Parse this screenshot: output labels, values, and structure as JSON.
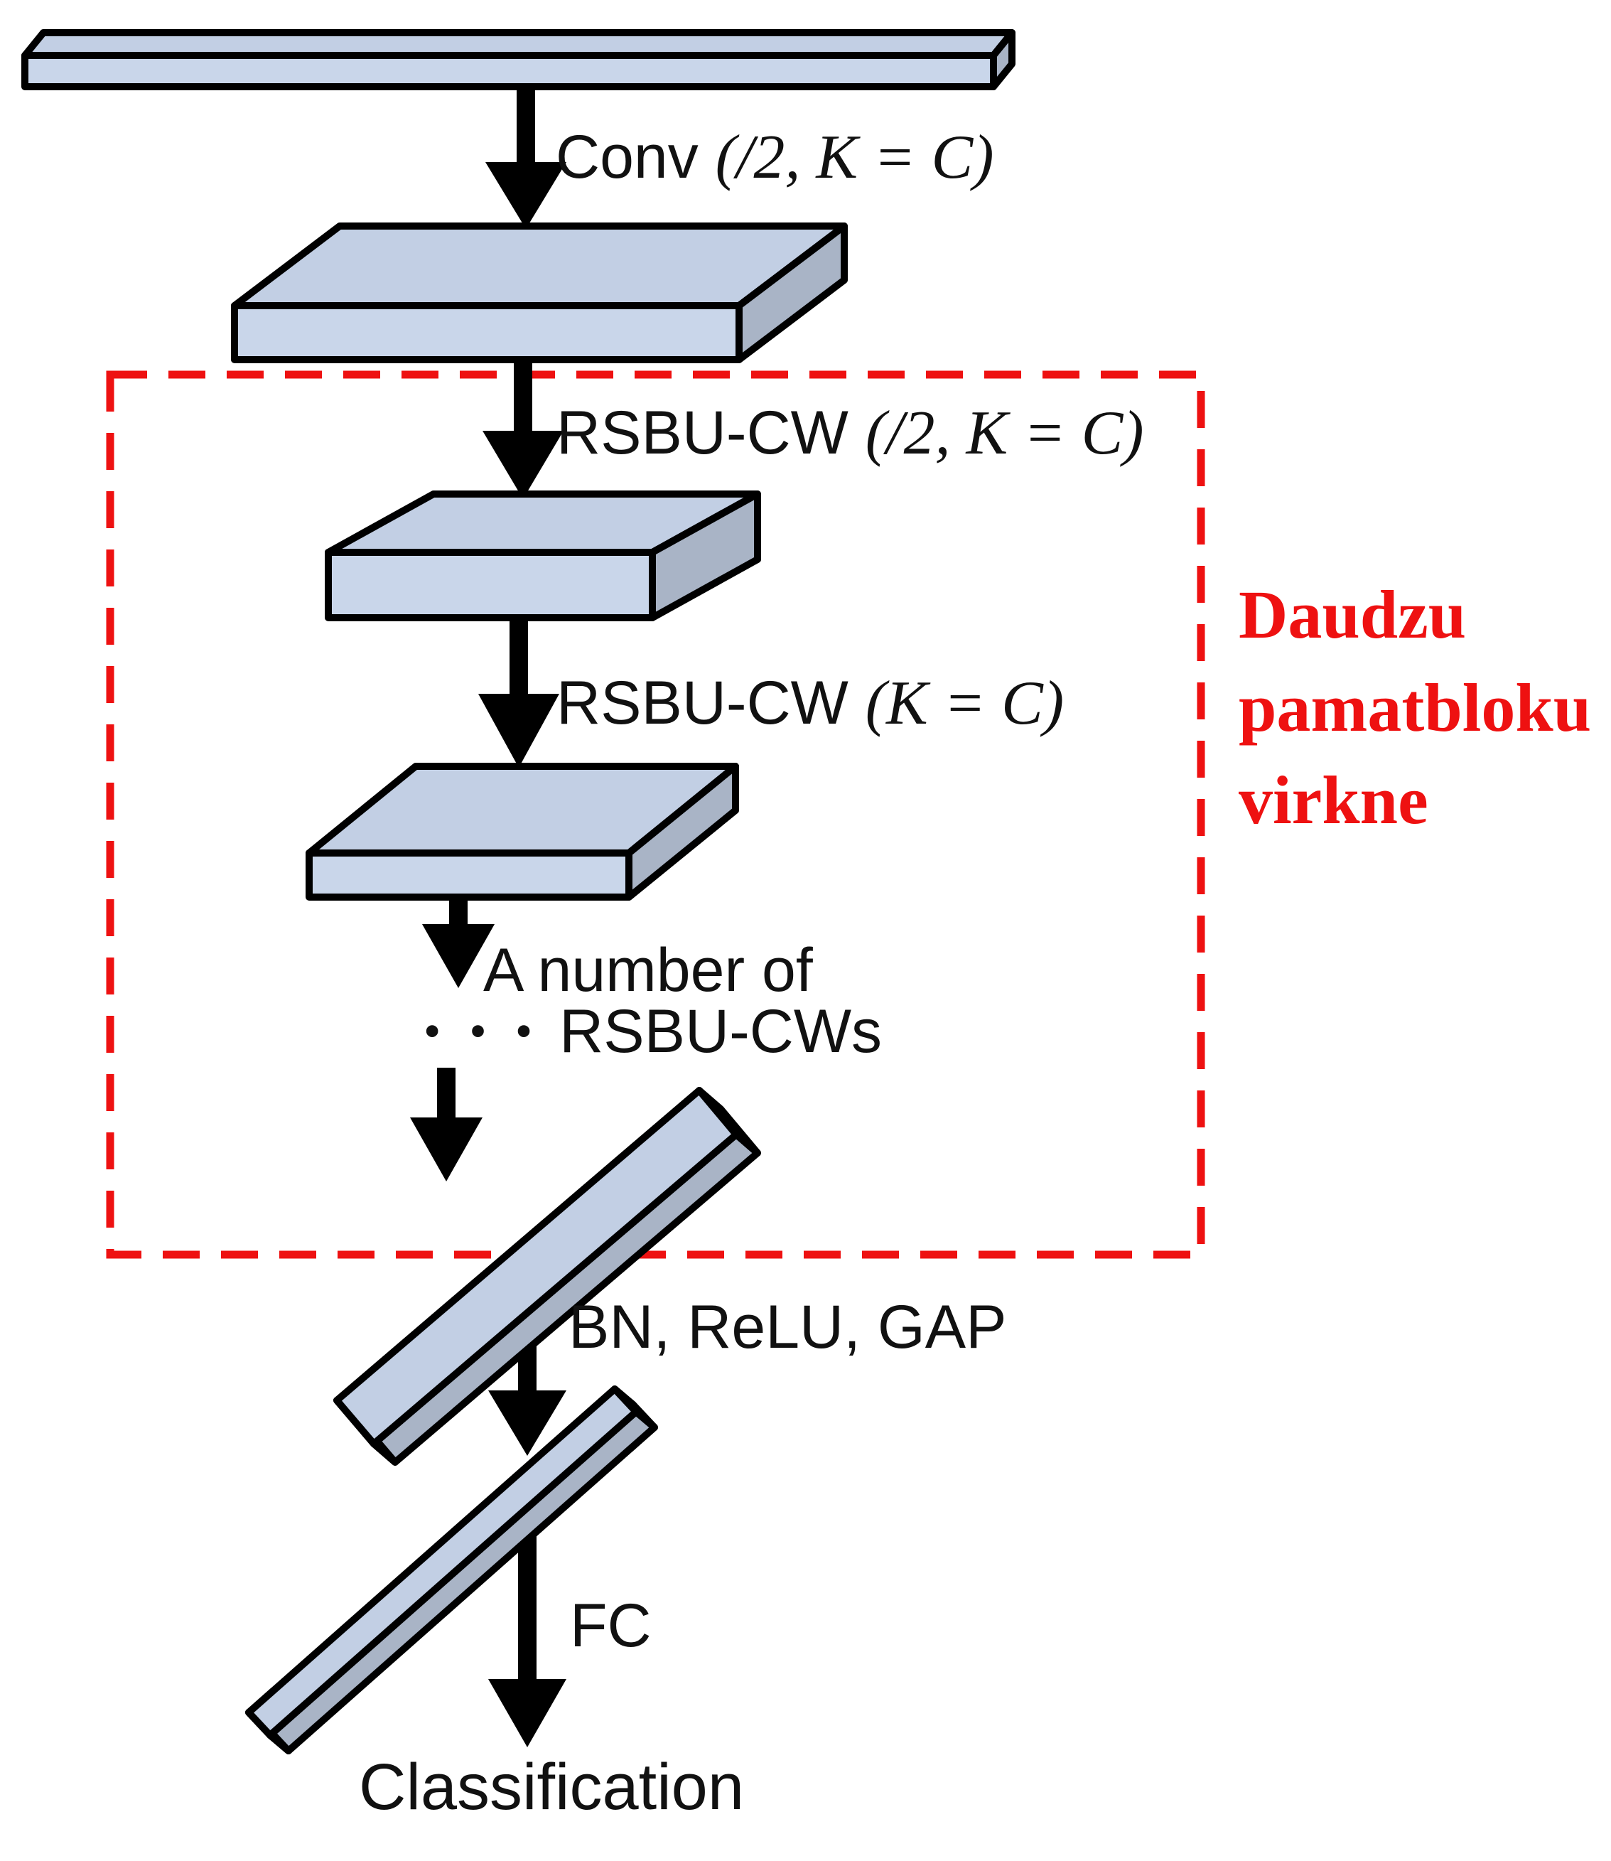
{
  "title": "Deep residual shrinkage network architecture diagram",
  "labels": {
    "conv": {
      "text": "Conv ",
      "math": "(/2, K = C)"
    },
    "rsbu_downsample": {
      "text": "RSBU-CW ",
      "math": "(/2, K = C)"
    },
    "rsbu": {
      "text": "RSBU-CW ",
      "math": "(K = C)"
    },
    "stack": {
      "line1": "A number of",
      "dots": "• • •",
      "line2": "RSBU-CWs"
    },
    "bn_relu_gap": "BN, ReLU, GAP",
    "fc": "FC",
    "classification": "Classification"
  },
  "annotation": {
    "lines": [
      "Daudzu",
      "pamatbloku",
      "virkne"
    ],
    "color": "#ee1111"
  },
  "colors": {
    "accent_red": "#ee1111",
    "shape_front": "#c9d6ea",
    "shape_top": "#c2cfe4",
    "shape_side": "#a9b4c6",
    "outline": "#000000",
    "text": "#111111",
    "background": "#ffffff"
  }
}
